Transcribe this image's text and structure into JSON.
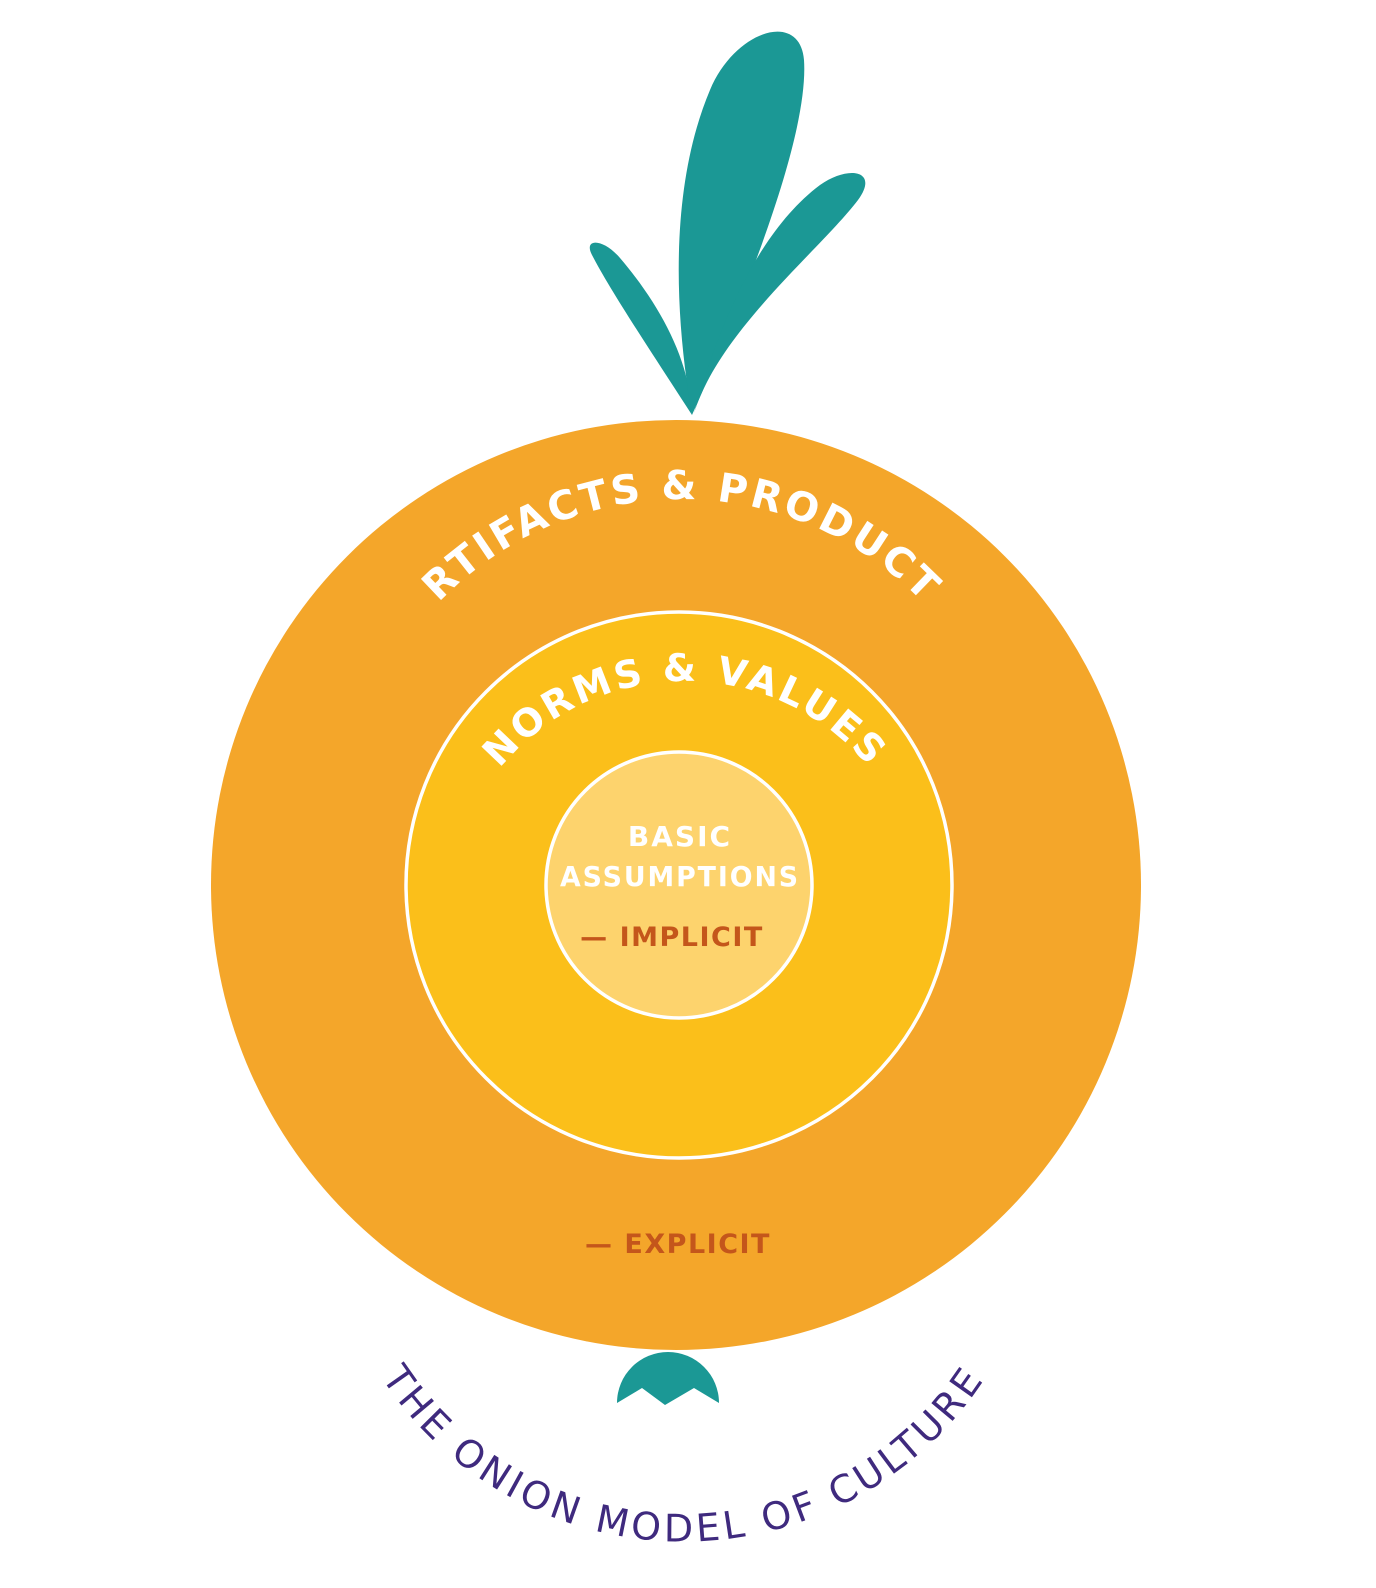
{
  "diagram": {
    "title": "THE ONION MODEL OF CULTURE",
    "layers": {
      "outer": {
        "label": "ARTIFACTS & PRODUCTS",
        "note": "— EXPLICIT"
      },
      "middle": {
        "label": "NORMS & VALUES"
      },
      "core": {
        "label_line1": "BASIC",
        "label_line2": "ASSUMPTIONS",
        "note": "— IMPLICIT"
      }
    },
    "colors": {
      "outer": "#f4a62a",
      "middle": "#fbbf1a",
      "core": "#fdd36d",
      "leaves": "#1b9895",
      "ring_stroke": "#ffffff",
      "note_text": "#c4561b",
      "title_text": "#3f2a7e"
    }
  }
}
